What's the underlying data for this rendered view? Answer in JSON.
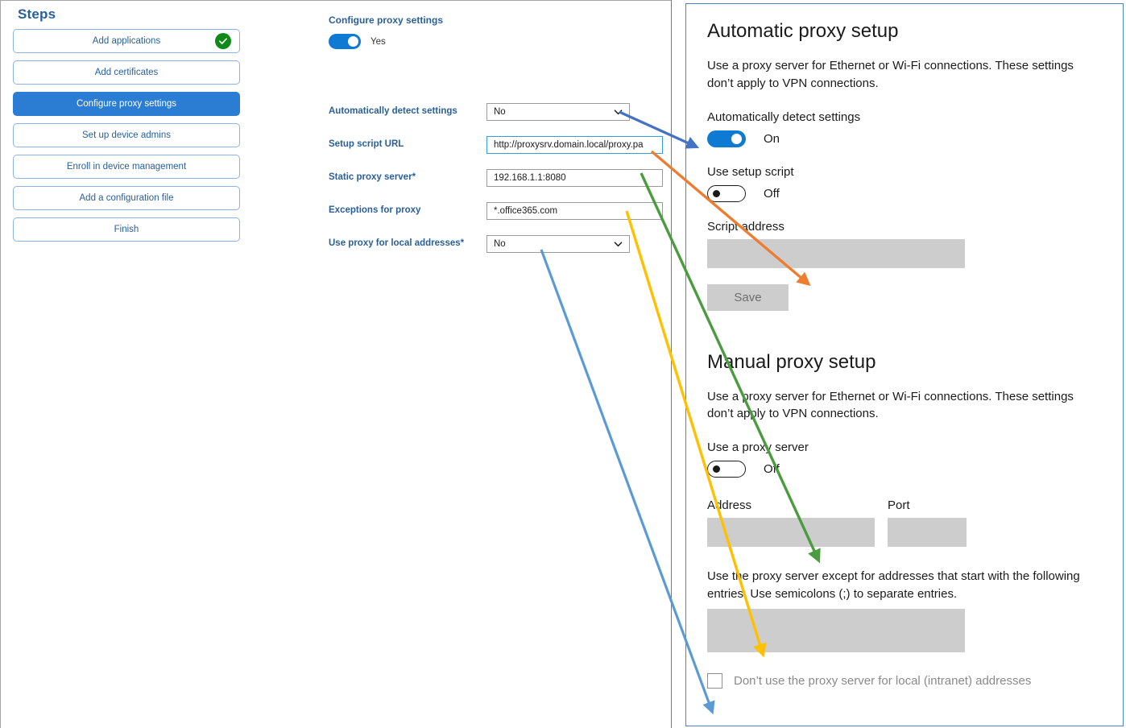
{
  "steps_panel": {
    "title": "Steps",
    "items": [
      {
        "label": "Add applications",
        "state": "complete",
        "icon": "check-circle-icon"
      },
      {
        "label": "Add certificates",
        "state": "default"
      },
      {
        "label": "Configure proxy settings",
        "state": "active"
      },
      {
        "label": "Set up device admins",
        "state": "default"
      },
      {
        "label": "Enroll in device management",
        "state": "default"
      },
      {
        "label": "Add a configuration file",
        "state": "default"
      },
      {
        "label": "Finish",
        "state": "default"
      }
    ]
  },
  "form": {
    "heading": "Configure proxy settings",
    "master_toggle": {
      "value": "Yes",
      "state": "on"
    },
    "fields": [
      {
        "label": "Automatically detect settings",
        "required": false,
        "type": "select",
        "value": "No",
        "icon": "chevron-down-icon"
      },
      {
        "label": "Setup script URL",
        "required": false,
        "type": "text",
        "value": "http://proxysrv.domain.local/proxy.pa",
        "focused": true
      },
      {
        "label": "Static proxy server",
        "required": true,
        "type": "text",
        "value": "192.168.1.1:8080"
      },
      {
        "label": "Exceptions for proxy",
        "required": true,
        "type": "text",
        "value": "*.office365.com"
      },
      {
        "label": "Use proxy for local addresses",
        "required": true,
        "type": "select",
        "value": "No",
        "icon": "chevron-down-icon"
      }
    ],
    "required_marker": "*"
  },
  "windows_settings": {
    "automatic": {
      "heading": "Automatic proxy setup",
      "description": "Use a proxy server for Ethernet or Wi-Fi connections. These settings don’t apply to VPN connections.",
      "detect_label": "Automatically detect settings",
      "detect_toggle": "On",
      "script_label": "Use setup script",
      "script_toggle": "Off",
      "script_address_label": "Script address",
      "script_address_value": "",
      "save_label": "Save"
    },
    "manual": {
      "heading": "Manual proxy setup",
      "description": "Use a proxy server for Ethernet or Wi-Fi connections. These settings don’t apply to VPN connections.",
      "use_proxy_label": "Use a proxy server",
      "use_proxy_toggle": "Off",
      "address_label": "Address",
      "address_value": "",
      "port_label": "Port",
      "port_value": "",
      "exceptions_description": "Use the proxy server except for addresses that start with the following entries. Use semicolons (;) to separate entries.",
      "exceptions_value": "",
      "bypass_local_label": "Don’t use the proxy server for local (intranet) addresses",
      "bypass_local_checked": false
    }
  },
  "annotations": {
    "arrows": [
      {
        "name": "blue-arrow-detect-settings",
        "color": "#4472c4",
        "from_label": "Automatically detect settings dropdown",
        "to_label": "Automatically detect settings toggle"
      },
      {
        "name": "orange-arrow-setup-script-url",
        "color": "#ed7d31",
        "from_label": "Setup script URL field",
        "to_label": "Script address box"
      },
      {
        "name": "green-arrow-static-proxy-server",
        "color": "#4a9c3f",
        "from_label": "Static proxy server field",
        "to_label": "Address box"
      },
      {
        "name": "yellow-arrow-exceptions",
        "color": "#ffc000",
        "from_label": "Exceptions for proxy field",
        "to_label": "Exceptions box"
      },
      {
        "name": "blue-arrow-local-addresses",
        "color": "#5b9bd5",
        "from_label": "Use proxy for local addresses dropdown",
        "to_label": "Don’t use the proxy server for local (intranet) addresses checkbox"
      }
    ]
  },
  "colors": {
    "accent_blue": "#2b7cd3",
    "link_blue": "#2a6099",
    "toggle_on": "#0f7ad4",
    "complete_green": "#0e8a16",
    "field_grey": "#cdcdcd",
    "panel_border": "#4a86c8"
  }
}
